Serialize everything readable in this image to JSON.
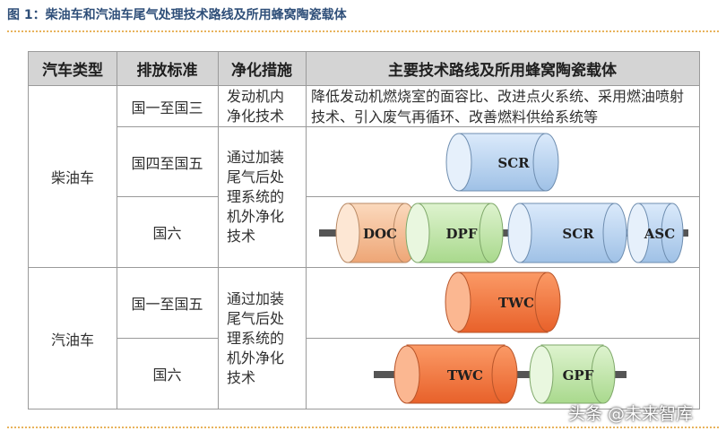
{
  "figure_title": "图 1：柴油车和汽油车尾气处理技术路线及所用蜂窝陶瓷载体",
  "headers": [
    "汽车类型",
    "排放标准",
    "净化措施",
    "主要技术路线及所用蜂窝陶瓷载体"
  ],
  "diesel": {
    "type": "柴油车",
    "rows": [
      {
        "standard": "国一至国三",
        "measure": "发动机内净化技术",
        "desc": "降低发动机燃烧室的面容比、改进点火系统、采用燃油喷射技术、引入废气再循环、改善燃料供给系统等"
      },
      {
        "standard": "国四至国五",
        "components": [
          "SCR"
        ]
      },
      {
        "standard": "国六",
        "components": [
          "DOC",
          "DPF",
          "SCR",
          "ASC"
        ]
      }
    ],
    "shared_measure": "通过加装尾气后处理系统的机外净化技术"
  },
  "gasoline": {
    "type": "汽油车",
    "rows": [
      {
        "standard": "国一至国五",
        "components": [
          "TWC"
        ]
      },
      {
        "standard": "国六",
        "components": [
          "TWC",
          "GPF"
        ]
      }
    ],
    "shared_measure": "通过加装尾气后处理系统的机外净化技术"
  },
  "colors": {
    "SCR": "#bcd7ef",
    "ASC": "#bcd7ef",
    "DOC": "#f6c19a",
    "DPF": "#c5e7b0",
    "TWC": "#f57c45",
    "GPF": "#c5e7b0",
    "header": "#d4d4d4"
  },
  "watermark": "头条 @未来智库"
}
